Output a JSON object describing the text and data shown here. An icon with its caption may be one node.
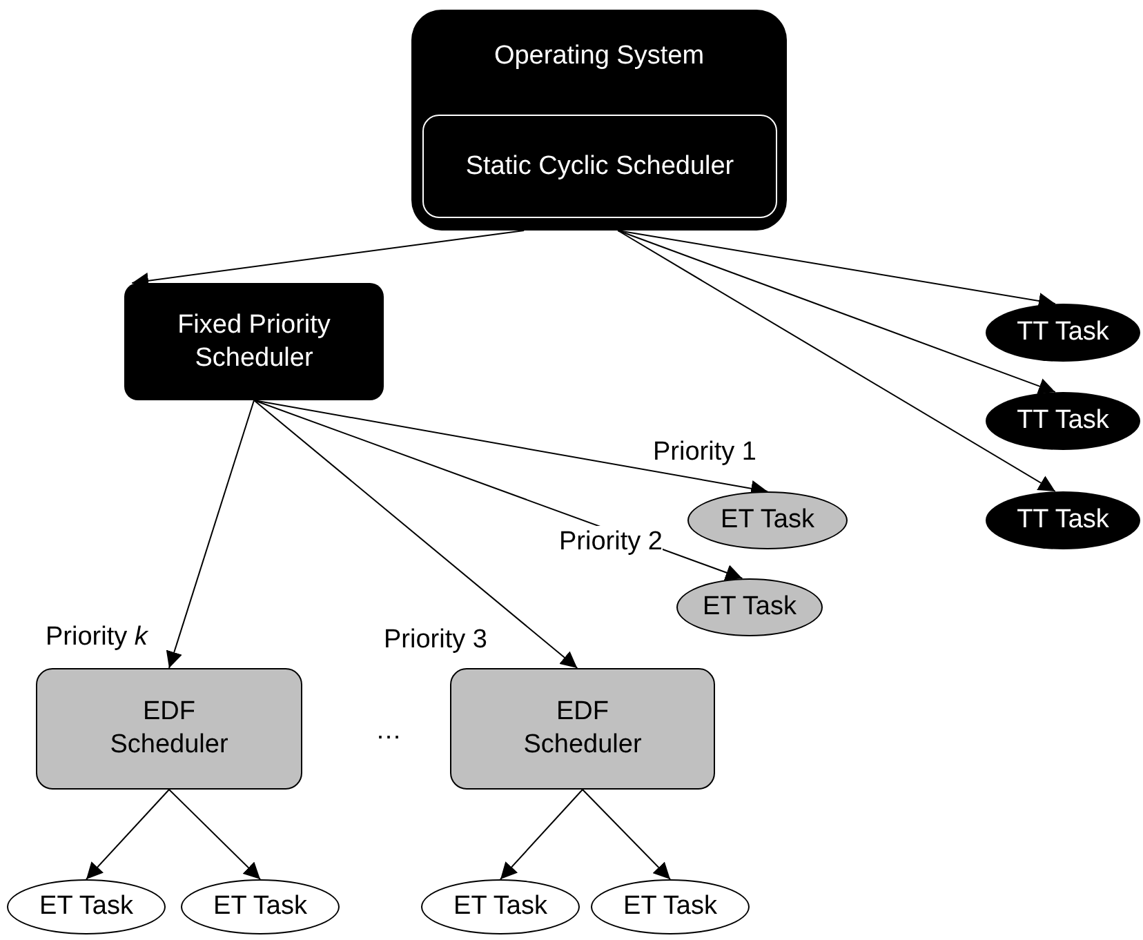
{
  "diagram": {
    "nodes": [
      {
        "text": [
          "Operating System"
        ]
      },
      {
        "text": [
          "Static Cyclic Scheduler"
        ],
        "in": 0
      },
      {
        "text": [
          "Fixed Priority Scheduler"
        ]
      },
      {
        "text": [
          "TT Task"
        ]
      },
      {
        "text": [
          "TT Task"
        ]
      },
      {
        "text": [
          "TT Task"
        ]
      },
      {
        "text": [
          "ET Task"
        ]
      },
      {
        "text": [
          "ET Task"
        ]
      },
      {
        "text": [
          "EDF Scheduler"
        ]
      },
      {
        "text": [
          "EDF Scheduler"
        ]
      },
      {
        "text": [
          "ET Task"
        ]
      },
      {
        "text": [
          "ET Task"
        ]
      },
      {
        "text": [
          "ET Task"
        ]
      },
      {
        "text": [
          "ET Task"
        ]
      }
    ],
    "edges": [
      {
        "from": 0,
        "to": 2,
        "arrow": "to"
      },
      {
        "from": 0,
        "to": 3,
        "arrow": "to"
      },
      {
        "from": 0,
        "to": 4,
        "arrow": "to"
      },
      {
        "from": 0,
        "to": 5,
        "arrow": "to"
      },
      {
        "from": 2,
        "to": 6,
        "arrow": "to",
        "label": "Priority 1"
      },
      {
        "from": 2,
        "to": 7,
        "arrow": "to",
        "label": "Priority 2"
      },
      {
        "from": 2,
        "to": 9,
        "arrow": "to",
        "label": "Priority 3"
      },
      {
        "from": 2,
        "to": 8,
        "arrow": "to",
        "label": "Priority *k*"
      },
      {
        "from": 8,
        "to": 10,
        "arrow": "to"
      },
      {
        "from": 8,
        "to": 11,
        "arrow": "to"
      },
      {
        "from": 9,
        "to": 12,
        "arrow": "to"
      },
      {
        "from": 9,
        "to": 13,
        "arrow": "to"
      }
    ],
    "labels": [
      "…"
    ]
  }
}
